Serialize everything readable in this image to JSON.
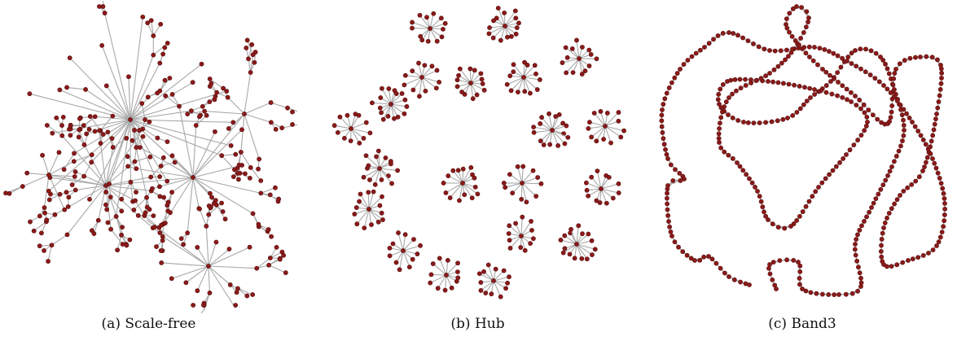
{
  "figure": {
    "panels": [
      {
        "key": "a",
        "caption": "(a) Scale-free",
        "graph_type": "scale-free"
      },
      {
        "key": "b",
        "caption": "(b) Hub",
        "graph_type": "hub"
      },
      {
        "key": "c",
        "caption": "(c) Band3",
        "graph_type": "band"
      }
    ]
  },
  "colors": {
    "node": "#8b1a1a",
    "edge": "#a8a8a8",
    "background": "#ffffff"
  }
}
